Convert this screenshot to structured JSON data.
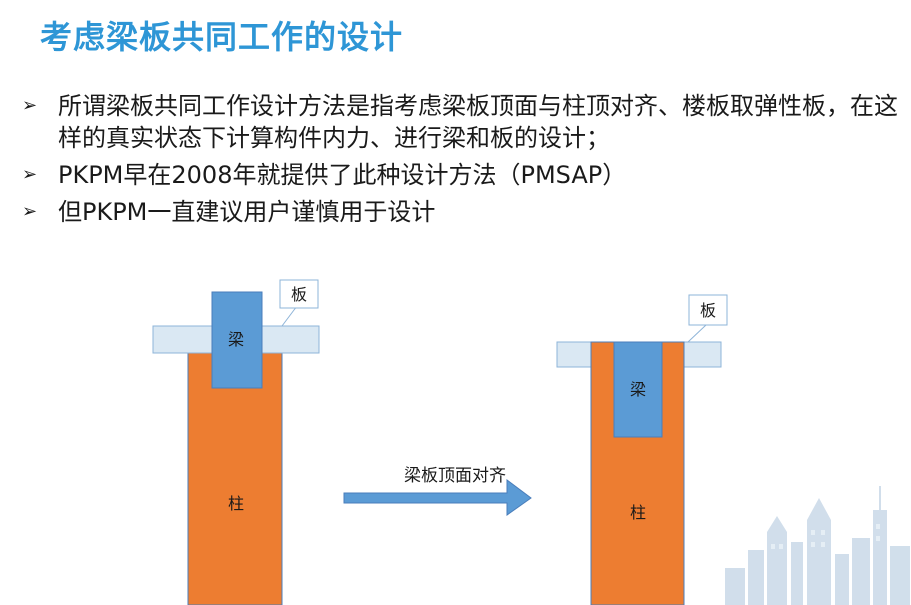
{
  "title": "考虑梁板共同工作的设计",
  "bullets": [
    "所谓梁板共同工作设计方法是指考虑梁板顶面与柱顶对齐、楼板取弹性板，在这样的真实状态下计算构件内力、进行梁和板的设计；",
    "PKPM早在2008年就提供了此种设计方法（PMSAP）",
    "但PKPM一直建议用户谨慎用于设计"
  ],
  "diagram": {
    "left": {
      "slab_label": "板",
      "beam_label": "梁",
      "column_label": "柱"
    },
    "right": {
      "slab_label": "板",
      "beam_label": "梁",
      "column_label": "柱"
    },
    "arrow_label": "梁板顶面对齐"
  },
  "colors": {
    "title": "#2e96d6",
    "column_fill": "#ed7d31",
    "beam_fill": "#5b9bd5",
    "slab_fill": "#dae8f3",
    "outline": "#4a7ebb",
    "arrow": "#5b9bd5"
  }
}
